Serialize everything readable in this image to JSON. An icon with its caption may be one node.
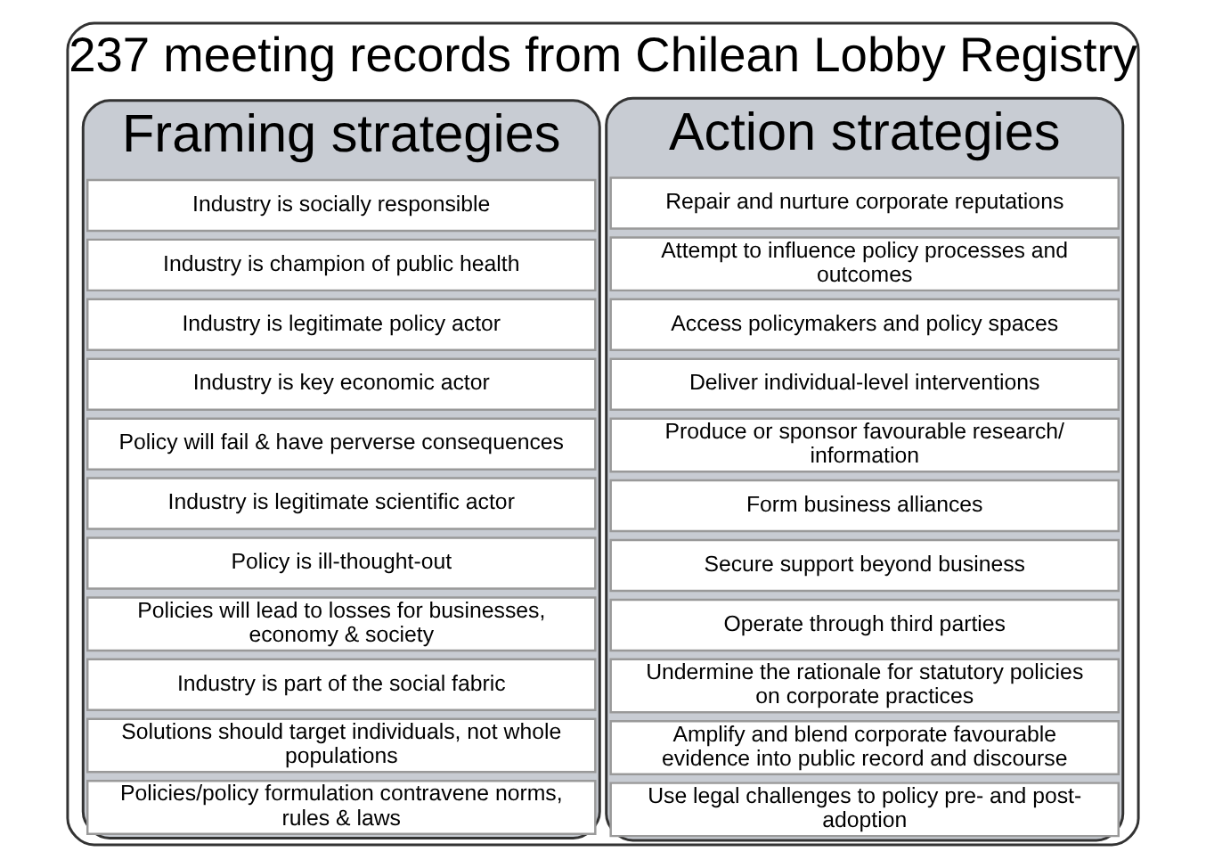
{
  "diagram": {
    "nodes": [
      {
        "text": [
          "237 meeting records from Chilean Lobby Registry"
        ]
      },
      {
        "text": [
          "Framing strategies"
        ],
        "in": 0
      },
      {
        "text": [
          "Industry is socially responsible"
        ],
        "in": 1
      },
      {
        "text": [
          "Industry is champion of public health"
        ],
        "in": 1
      },
      {
        "text": [
          "Industry is legitimate policy actor"
        ],
        "in": 1
      },
      {
        "text": [
          "Industry is key economic actor"
        ],
        "in": 1
      },
      {
        "text": [
          "Policy will fail & have perverse consequences"
        ],
        "in": 1
      },
      {
        "text": [
          "Industry is legitimate scientific actor"
        ],
        "in": 1
      },
      {
        "text": [
          "Policy is ill-thought-out"
        ],
        "in": 1
      },
      {
        "text": [
          "Policies will lead to losses for businesses, economy & society"
        ],
        "in": 1
      },
      {
        "text": [
          "Industry is part of the social fabric"
        ],
        "in": 1
      },
      {
        "text": [
          "Solutions should target individuals, not whole populations"
        ],
        "in": 1
      },
      {
        "text": [
          "Policies/policy formulation contravene norms, rules & laws"
        ],
        "in": 1
      },
      {
        "text": [
          "Action strategies"
        ],
        "in": 0
      },
      {
        "text": [
          "Repair and nurture corporate reputations"
        ],
        "in": 13
      },
      {
        "text": [
          "Attempt to influence policy processes and outcomes"
        ],
        "in": 13
      },
      {
        "text": [
          "Access policymakers and policy spaces"
        ],
        "in": 13
      },
      {
        "text": [
          "Deliver individual-level interventions"
        ],
        "in": 13
      },
      {
        "text": [
          "Produce or sponsor favourable research/ information"
        ],
        "in": 13
      },
      {
        "text": [
          "Form business alliances"
        ],
        "in": 13
      },
      {
        "text": [
          "Secure support beyond business"
        ],
        "in": 13
      },
      {
        "text": [
          "Operate through third parties"
        ],
        "in": 13
      },
      {
        "text": [
          "Undermine the rationale for statutory policies on corporate practices"
        ],
        "in": 13
      },
      {
        "text": [
          "Amplify and blend corporate favourable evidence into public record and discourse"
        ],
        "in": 13
      },
      {
        "text": [
          "Use legal challenges to policy pre- and post-adoption"
        ],
        "in": 13
      }
    ],
    "edges": []
  }
}
